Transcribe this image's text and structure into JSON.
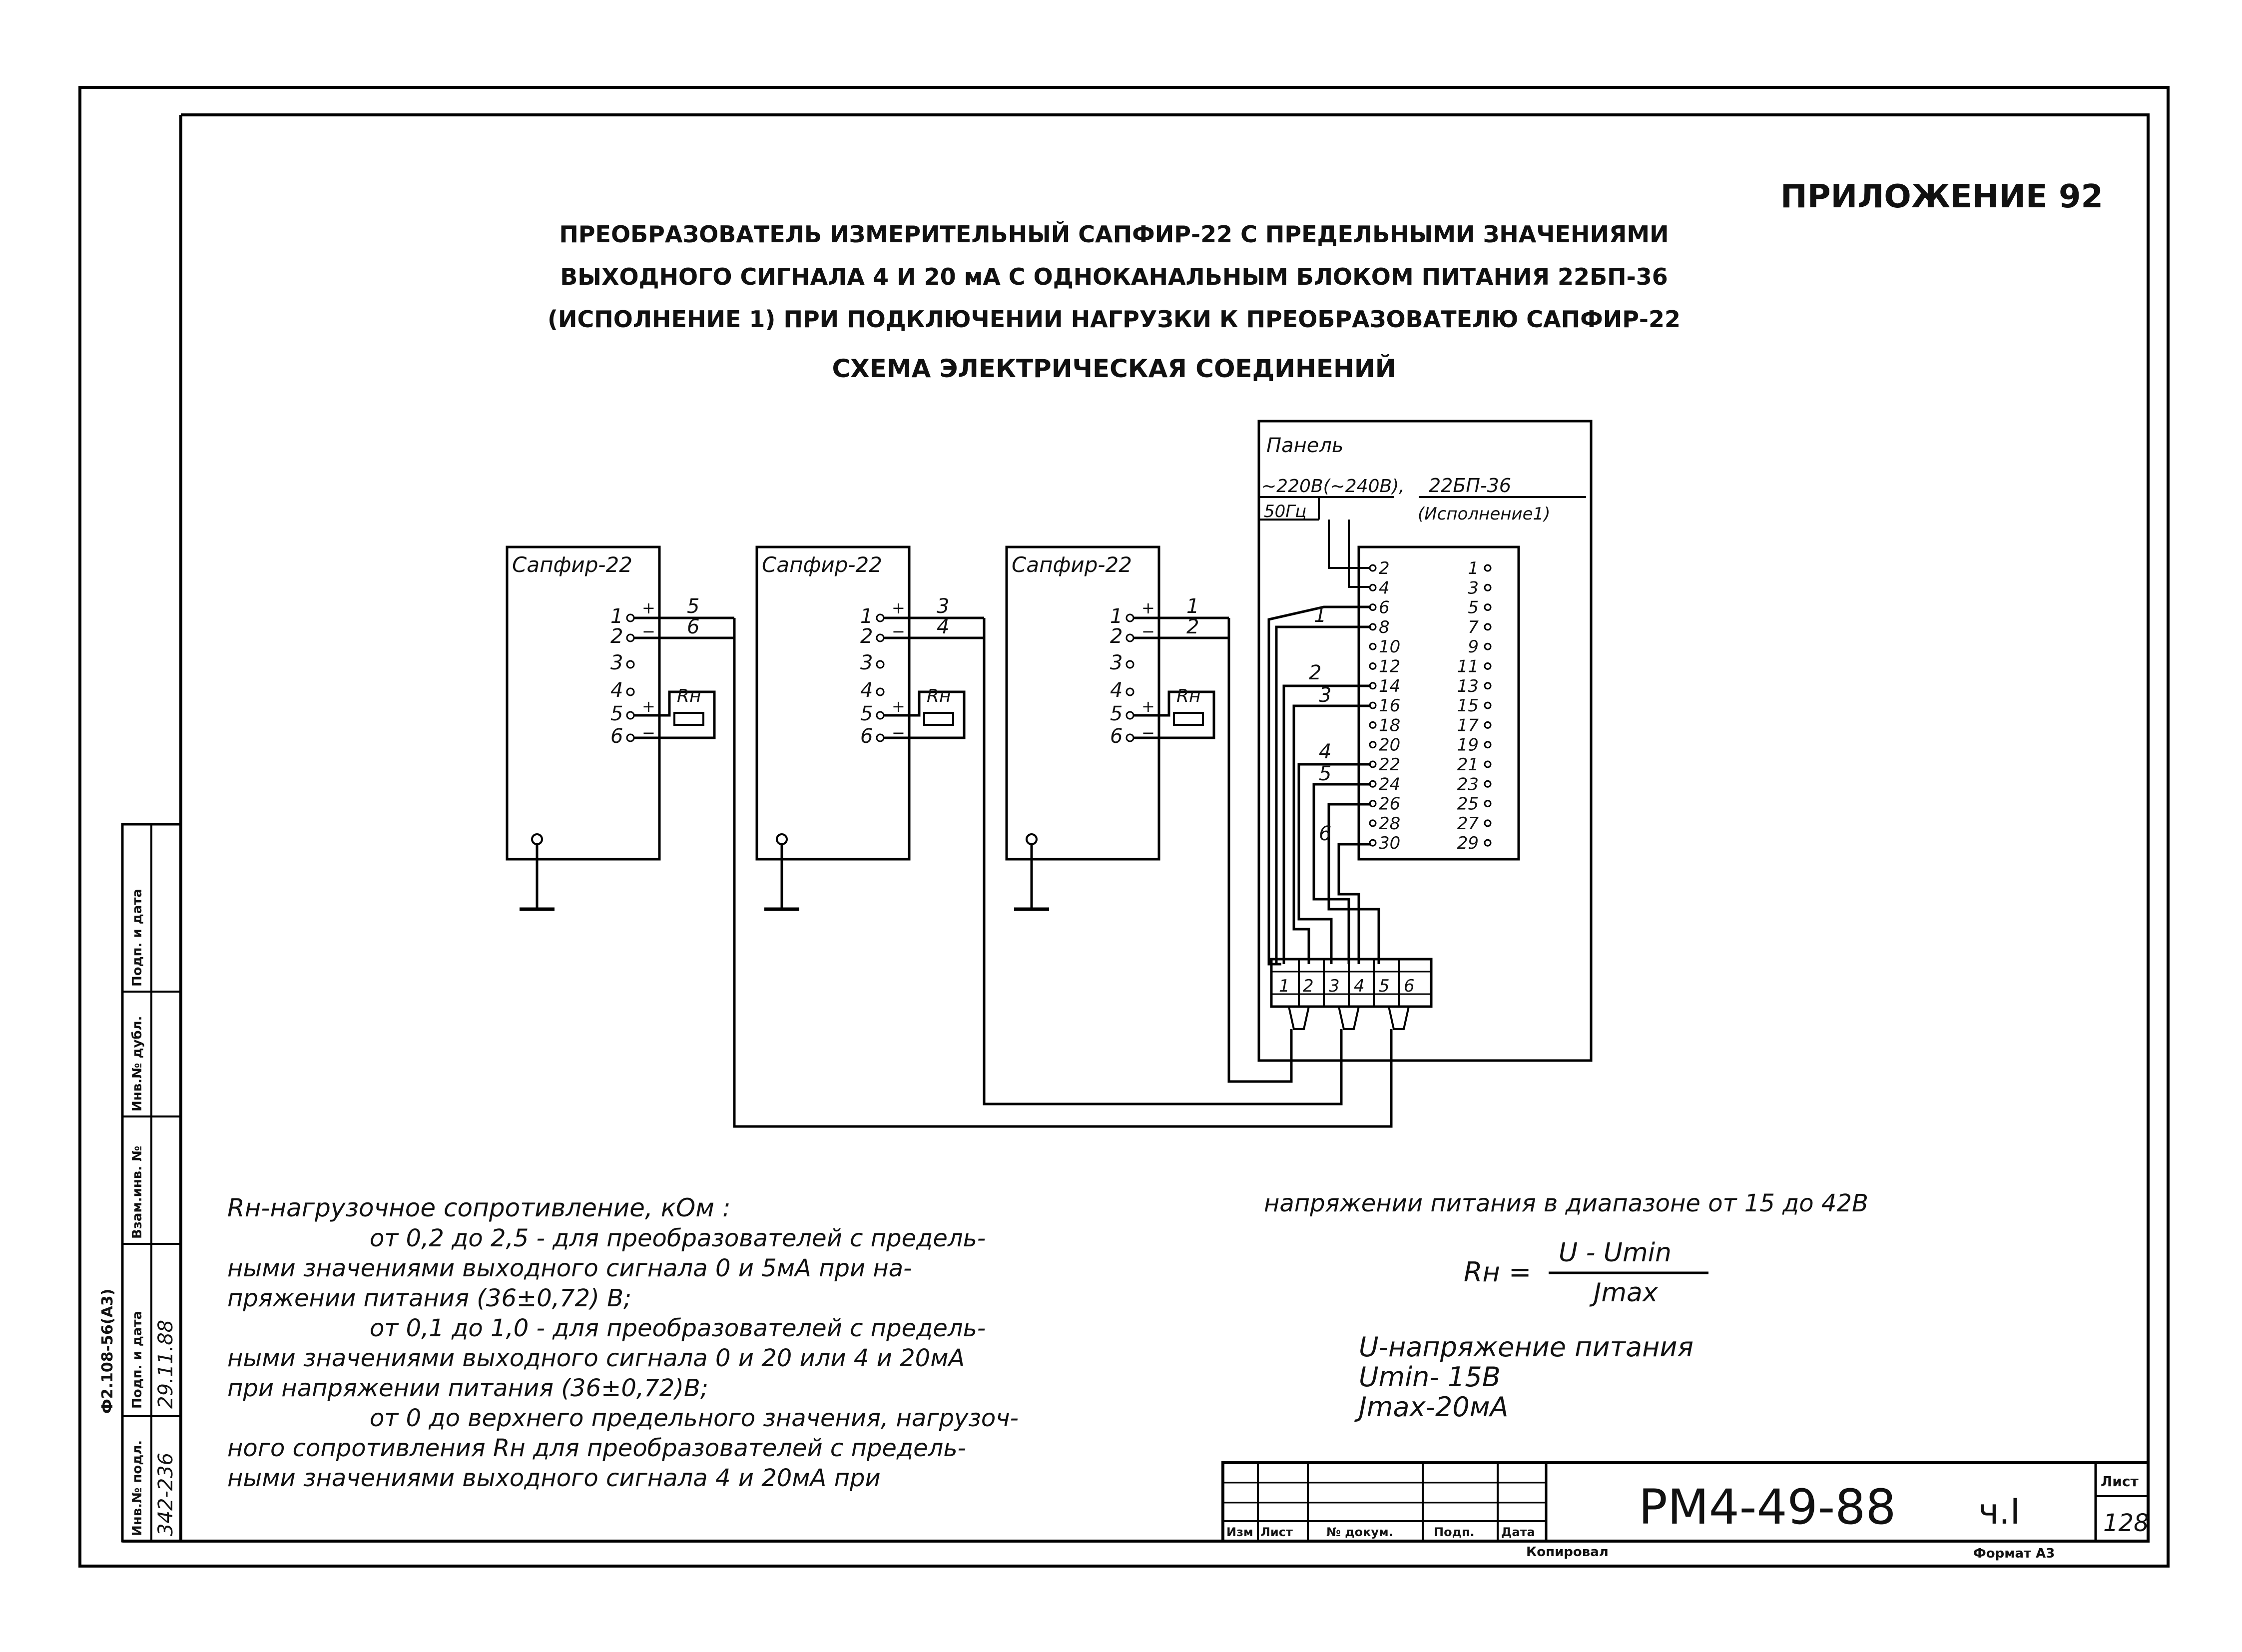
{
  "appendix": "ПРИЛОЖЕНИЕ 92",
  "title": {
    "line1": "ПРЕОБРАЗОВАТЕЛЬ ИЗМЕРИТЕЛЬНЫЙ САПФИР-22 С ПРЕДЕЛЬНЫМИ ЗНАЧЕНИЯМИ",
    "line2": "ВЫХОДНОГО СИГНАЛА 4 И 20 мА С ОДНОКАНАЛЬНЫМ БЛОКОМ ПИТАНИЯ 22БП-36",
    "line3": "(ИСПОЛНЕНИЕ 1) ПРИ ПОДКЛЮЧЕНИИ НАГРУЗКИ К ПРЕОБРАЗОВАТЕЛЮ САПФИР-22",
    "line4": "СХЕМА ЭЛЕКТРИЧЕСКАЯ СОЕДИНЕНИЙ"
  },
  "panel": {
    "label": "Панель",
    "supply": "~220В(~240В),",
    "freq": "50Гц",
    "unit": "22БП-36",
    "unit_sub": "(Исполнение1)",
    "left_terminals": [
      "2",
      "4",
      "6",
      "8",
      "10",
      "12",
      "14",
      "16",
      "18",
      "20",
      "22",
      "24",
      "26",
      "28",
      "30"
    ],
    "right_terminals": [
      "1",
      "3",
      "5",
      "7",
      "9",
      "11",
      "13",
      "15",
      "17",
      "19",
      "21",
      "23",
      "25",
      "27",
      "29"
    ],
    "wire_labels": [
      "1",
      "2",
      "3",
      "4",
      "5",
      "6"
    ]
  },
  "sensors": [
    {
      "label": "Сапфир-22",
      "wires": [
        "5",
        "6"
      ]
    },
    {
      "label": "Сапфир-22",
      "wires": [
        "3",
        "4"
      ]
    },
    {
      "label": "Сапфир-22",
      "wires": [
        "1",
        "2"
      ]
    }
  ],
  "sensor_terminals": [
    "1",
    "2",
    "3",
    "4",
    "5",
    "6"
  ],
  "load_label": "Rн",
  "connectors": [
    [
      "1",
      "2"
    ],
    [
      "3",
      "4"
    ],
    [
      "5",
      "6"
    ]
  ],
  "notes": {
    "l1": "Rн-нагрузочное сопротивление, кОм :",
    "l2": "от 0,2 до 2,5 - для преобразователей с предель-",
    "l3": "ными значениями выходного сигнала 0 и 5мА при на-",
    "l4": "пряжении питания (36±0,72) В;",
    "l5": "от 0,1 до 1,0 - для преобразователей с предель-",
    "l6": "ными значениями выходного сигнала 0 и 20 или 4 и 20мА",
    "l7": "при напряжении питания (36±0,72)В;",
    "l8": "от 0 до верхнего предельного значения, нагрузоч-",
    "l9": "ного сопротивления Rн для преобразователей с предель-",
    "l10": "ными значениями выходного сигнала 4 и 20мА при"
  },
  "notes_right": {
    "l1": "напряжении питания в диапазоне от 15 до 42В",
    "formula_lhs": "Rн =",
    "formula_num": "U - Umin",
    "formula_den": "Jmax",
    "l2": "U-напряжение питания",
    "l3": "Umin- 15В",
    "l4": "Jmax-20мА"
  },
  "title_block": {
    "doc_number": "РМ4-49-88",
    "part": "ч.I",
    "sheet_label": "Лист",
    "sheet_number": "128",
    "col_izm": "Изм",
    "col_list": "Лист",
    "col_doc": "№ докум.",
    "col_sign": "Подп.",
    "col_date": "Дата",
    "copied": "Копировал",
    "format": "Формат А3"
  },
  "side_stamp": {
    "inv_podl": "Инв.№ подл.",
    "podp_data": "Подп. и дата",
    "vzam_inv": "Взам.инв. №",
    "inv_dubl": "Инв.№ дубл.",
    "podp_data2": "Подп. и дата",
    "inv_value": "342-236",
    "date_value": "29.11.88",
    "code": "Ф2.108-56(А3)"
  }
}
